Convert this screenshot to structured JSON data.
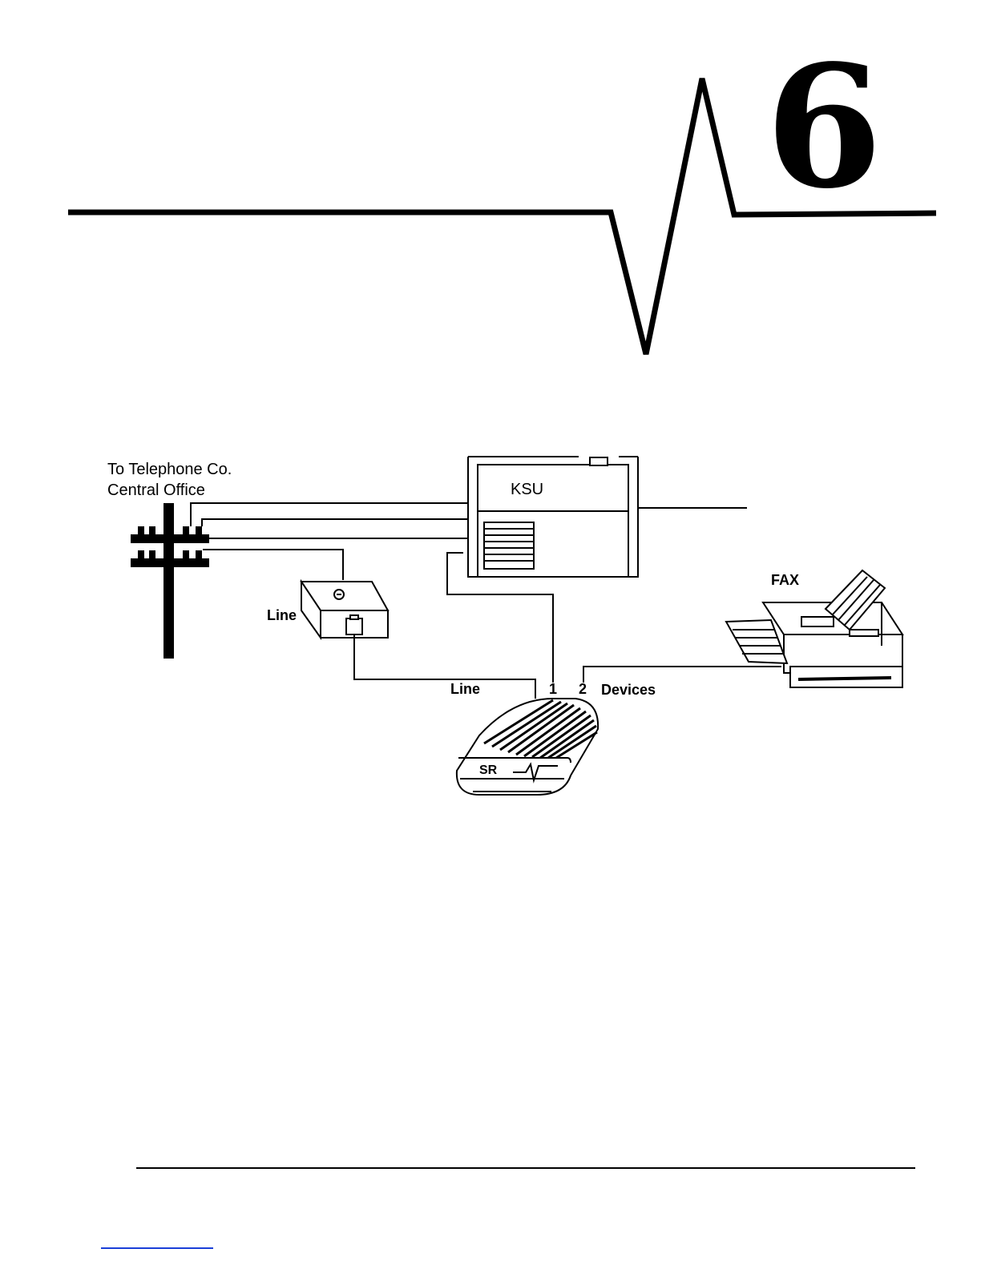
{
  "chapter": {
    "number": "6"
  },
  "diagram": {
    "telephone_co_line1": "To Telephone Co.",
    "telephone_co_line2": "Central Office",
    "ksu_label": "KSU",
    "line_label_box": "Line",
    "line_label_bottom": "Line",
    "port_1": "1",
    "port_2": "2",
    "devices_label": "Devices",
    "fax_label": "FAX",
    "device_logo": "SR"
  },
  "colors": {
    "ink": "#000000",
    "paper": "#ffffff",
    "link": "#1a3fd8"
  }
}
